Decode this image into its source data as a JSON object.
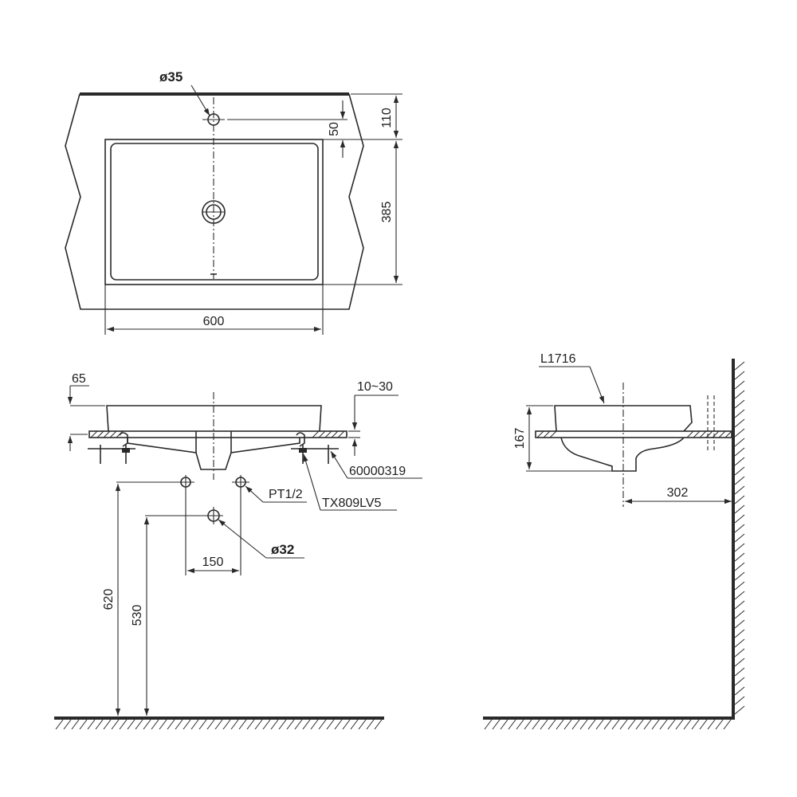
{
  "top_view": {
    "hole_diameter": "ø35",
    "dim_width": "600",
    "dim_depth": "385",
    "dim_back": "110",
    "dim_hole_offset": "50"
  },
  "front_view": {
    "dim_rim": "65",
    "dim_counter": "10~30",
    "part_bracket": "60000319",
    "part_valve": "TX809LV5",
    "thread": "PT1/2",
    "drain_diameter": "ø32",
    "dim_supply_spacing": "150",
    "dim_supply_height": "620",
    "dim_drain_height": "530"
  },
  "side_view": {
    "model": "L1716",
    "dim_height": "167",
    "dim_wall": "302"
  },
  "colors": {
    "line": "#2a2a2a",
    "background": "#ffffff"
  }
}
